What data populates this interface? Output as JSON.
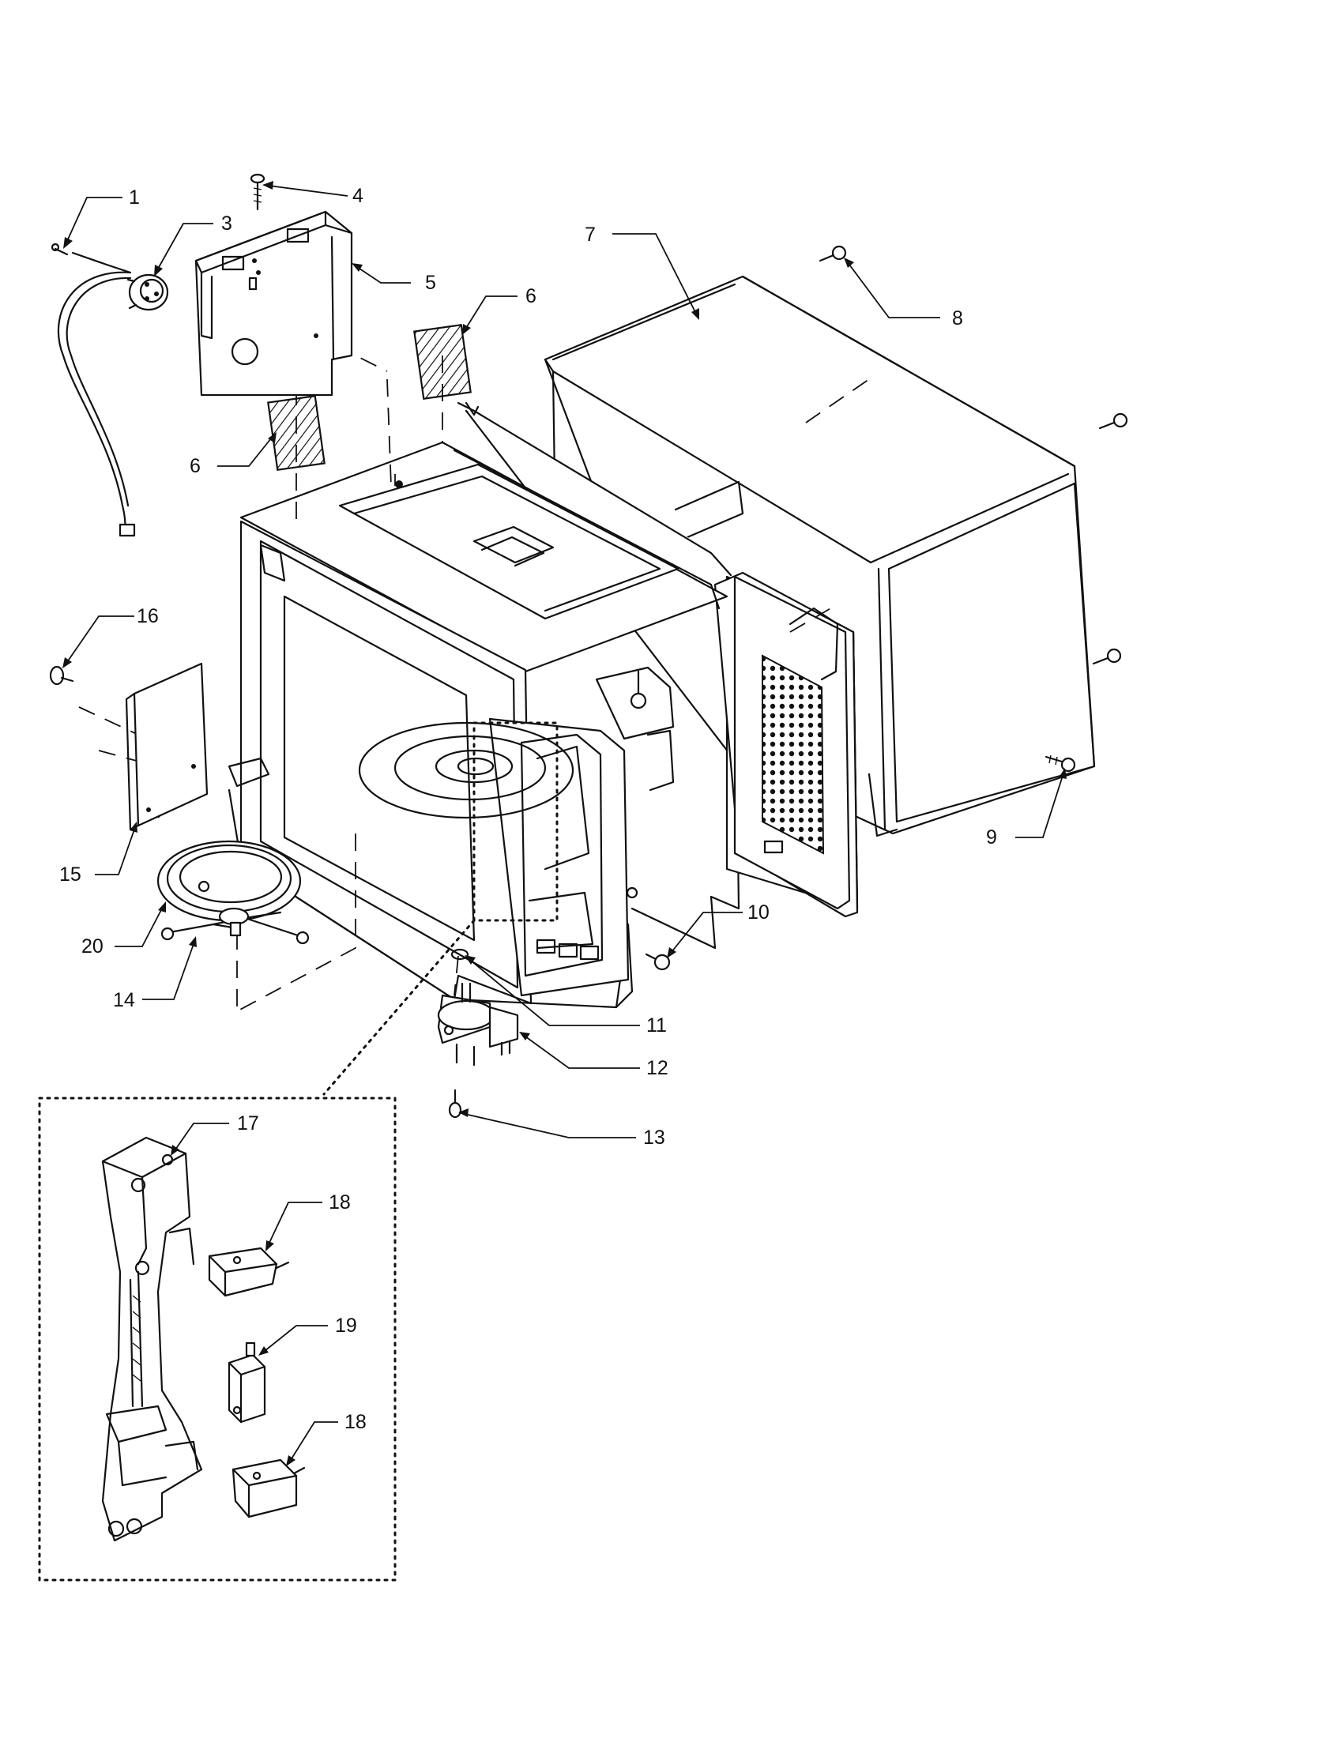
{
  "labels": [
    {
      "id": "1",
      "text": "1"
    },
    {
      "id": "3",
      "text": "3"
    },
    {
      "id": "4",
      "text": "4"
    },
    {
      "id": "5",
      "text": "5"
    },
    {
      "id": "6a",
      "text": "6"
    },
    {
      "id": "6b",
      "text": "6"
    },
    {
      "id": "7",
      "text": "7"
    },
    {
      "id": "8",
      "text": "8"
    },
    {
      "id": "9",
      "text": "9"
    },
    {
      "id": "10",
      "text": "10"
    },
    {
      "id": "11",
      "text": "11"
    },
    {
      "id": "12",
      "text": "12"
    },
    {
      "id": "13",
      "text": "13"
    },
    {
      "id": "14",
      "text": "14"
    },
    {
      "id": "15",
      "text": "15"
    },
    {
      "id": "16",
      "text": "16"
    },
    {
      "id": "17",
      "text": "17"
    },
    {
      "id": "18a",
      "text": "18"
    },
    {
      "id": "18b",
      "text": "18"
    },
    {
      "id": "19",
      "text": "19"
    },
    {
      "id": "20",
      "text": "20"
    }
  ]
}
